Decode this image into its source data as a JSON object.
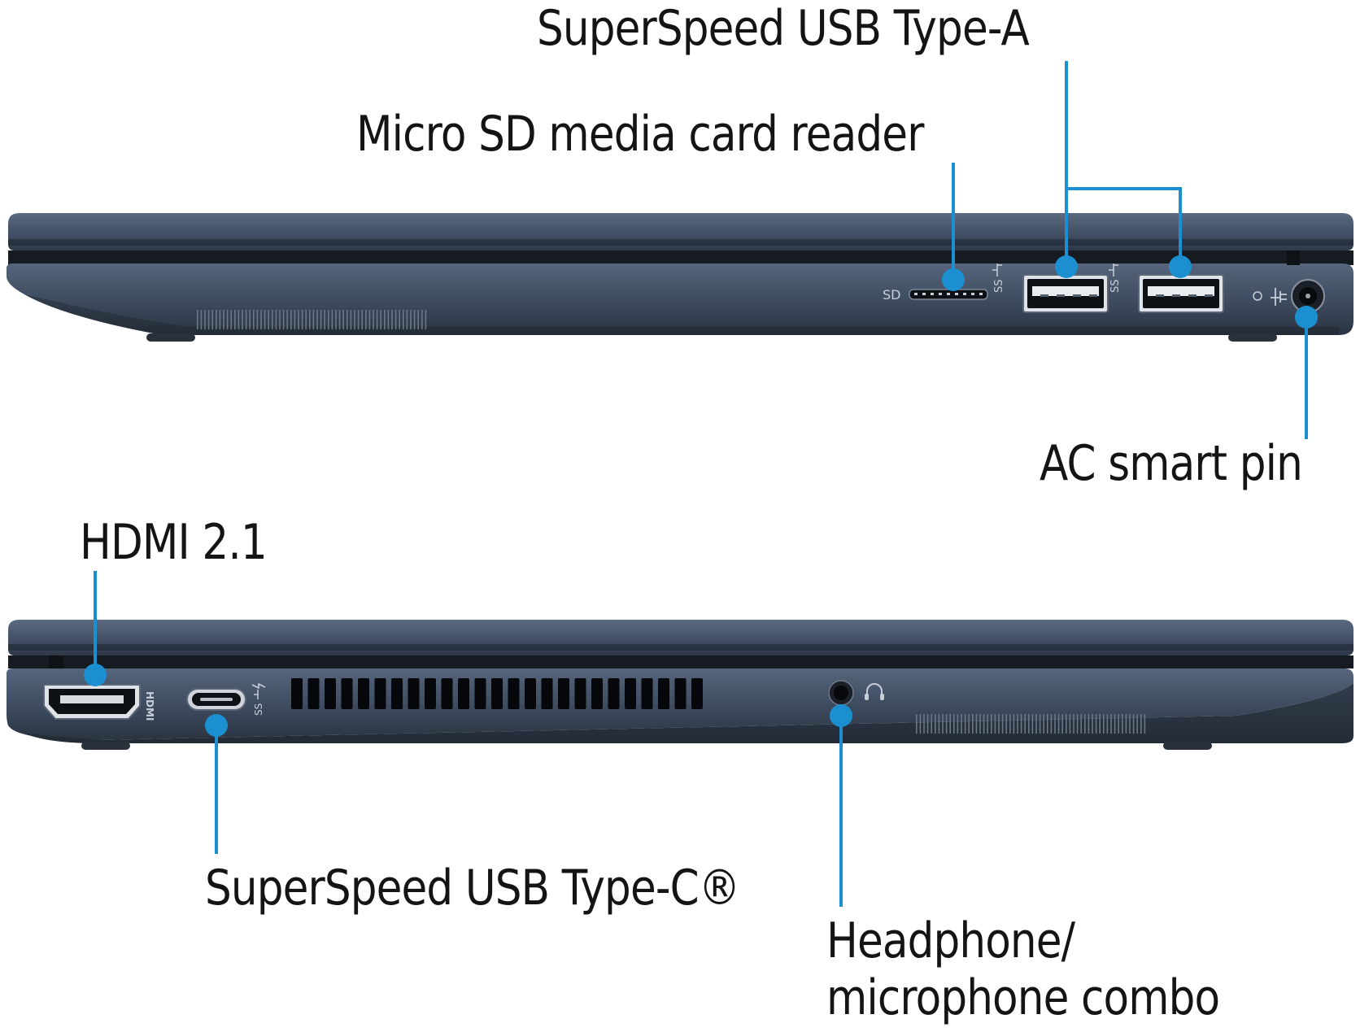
{
  "labels": {
    "usb_a": "SuperSpeed USB Type-A",
    "micro_sd": "Micro SD media card reader",
    "ac_pin": "AC smart pin",
    "hdmi": "HDMI 2.1",
    "usb_c": "SuperSpeed USB Type-C®",
    "headphone_line1": "Headphone/",
    "headphone_line2": "microphone combo"
  },
  "port_marks": {
    "sd": "SD",
    "ss": "SS",
    "hdmi": "HDMI"
  },
  "colors": {
    "callout": "#1b8fd0",
    "body": "#3c4a5e",
    "body_dark": "#262f3c",
    "text": "#141414"
  },
  "icons": [
    "usb-icon",
    "power-plug-icon",
    "thunderbolt-icon",
    "headphone-icon"
  ]
}
